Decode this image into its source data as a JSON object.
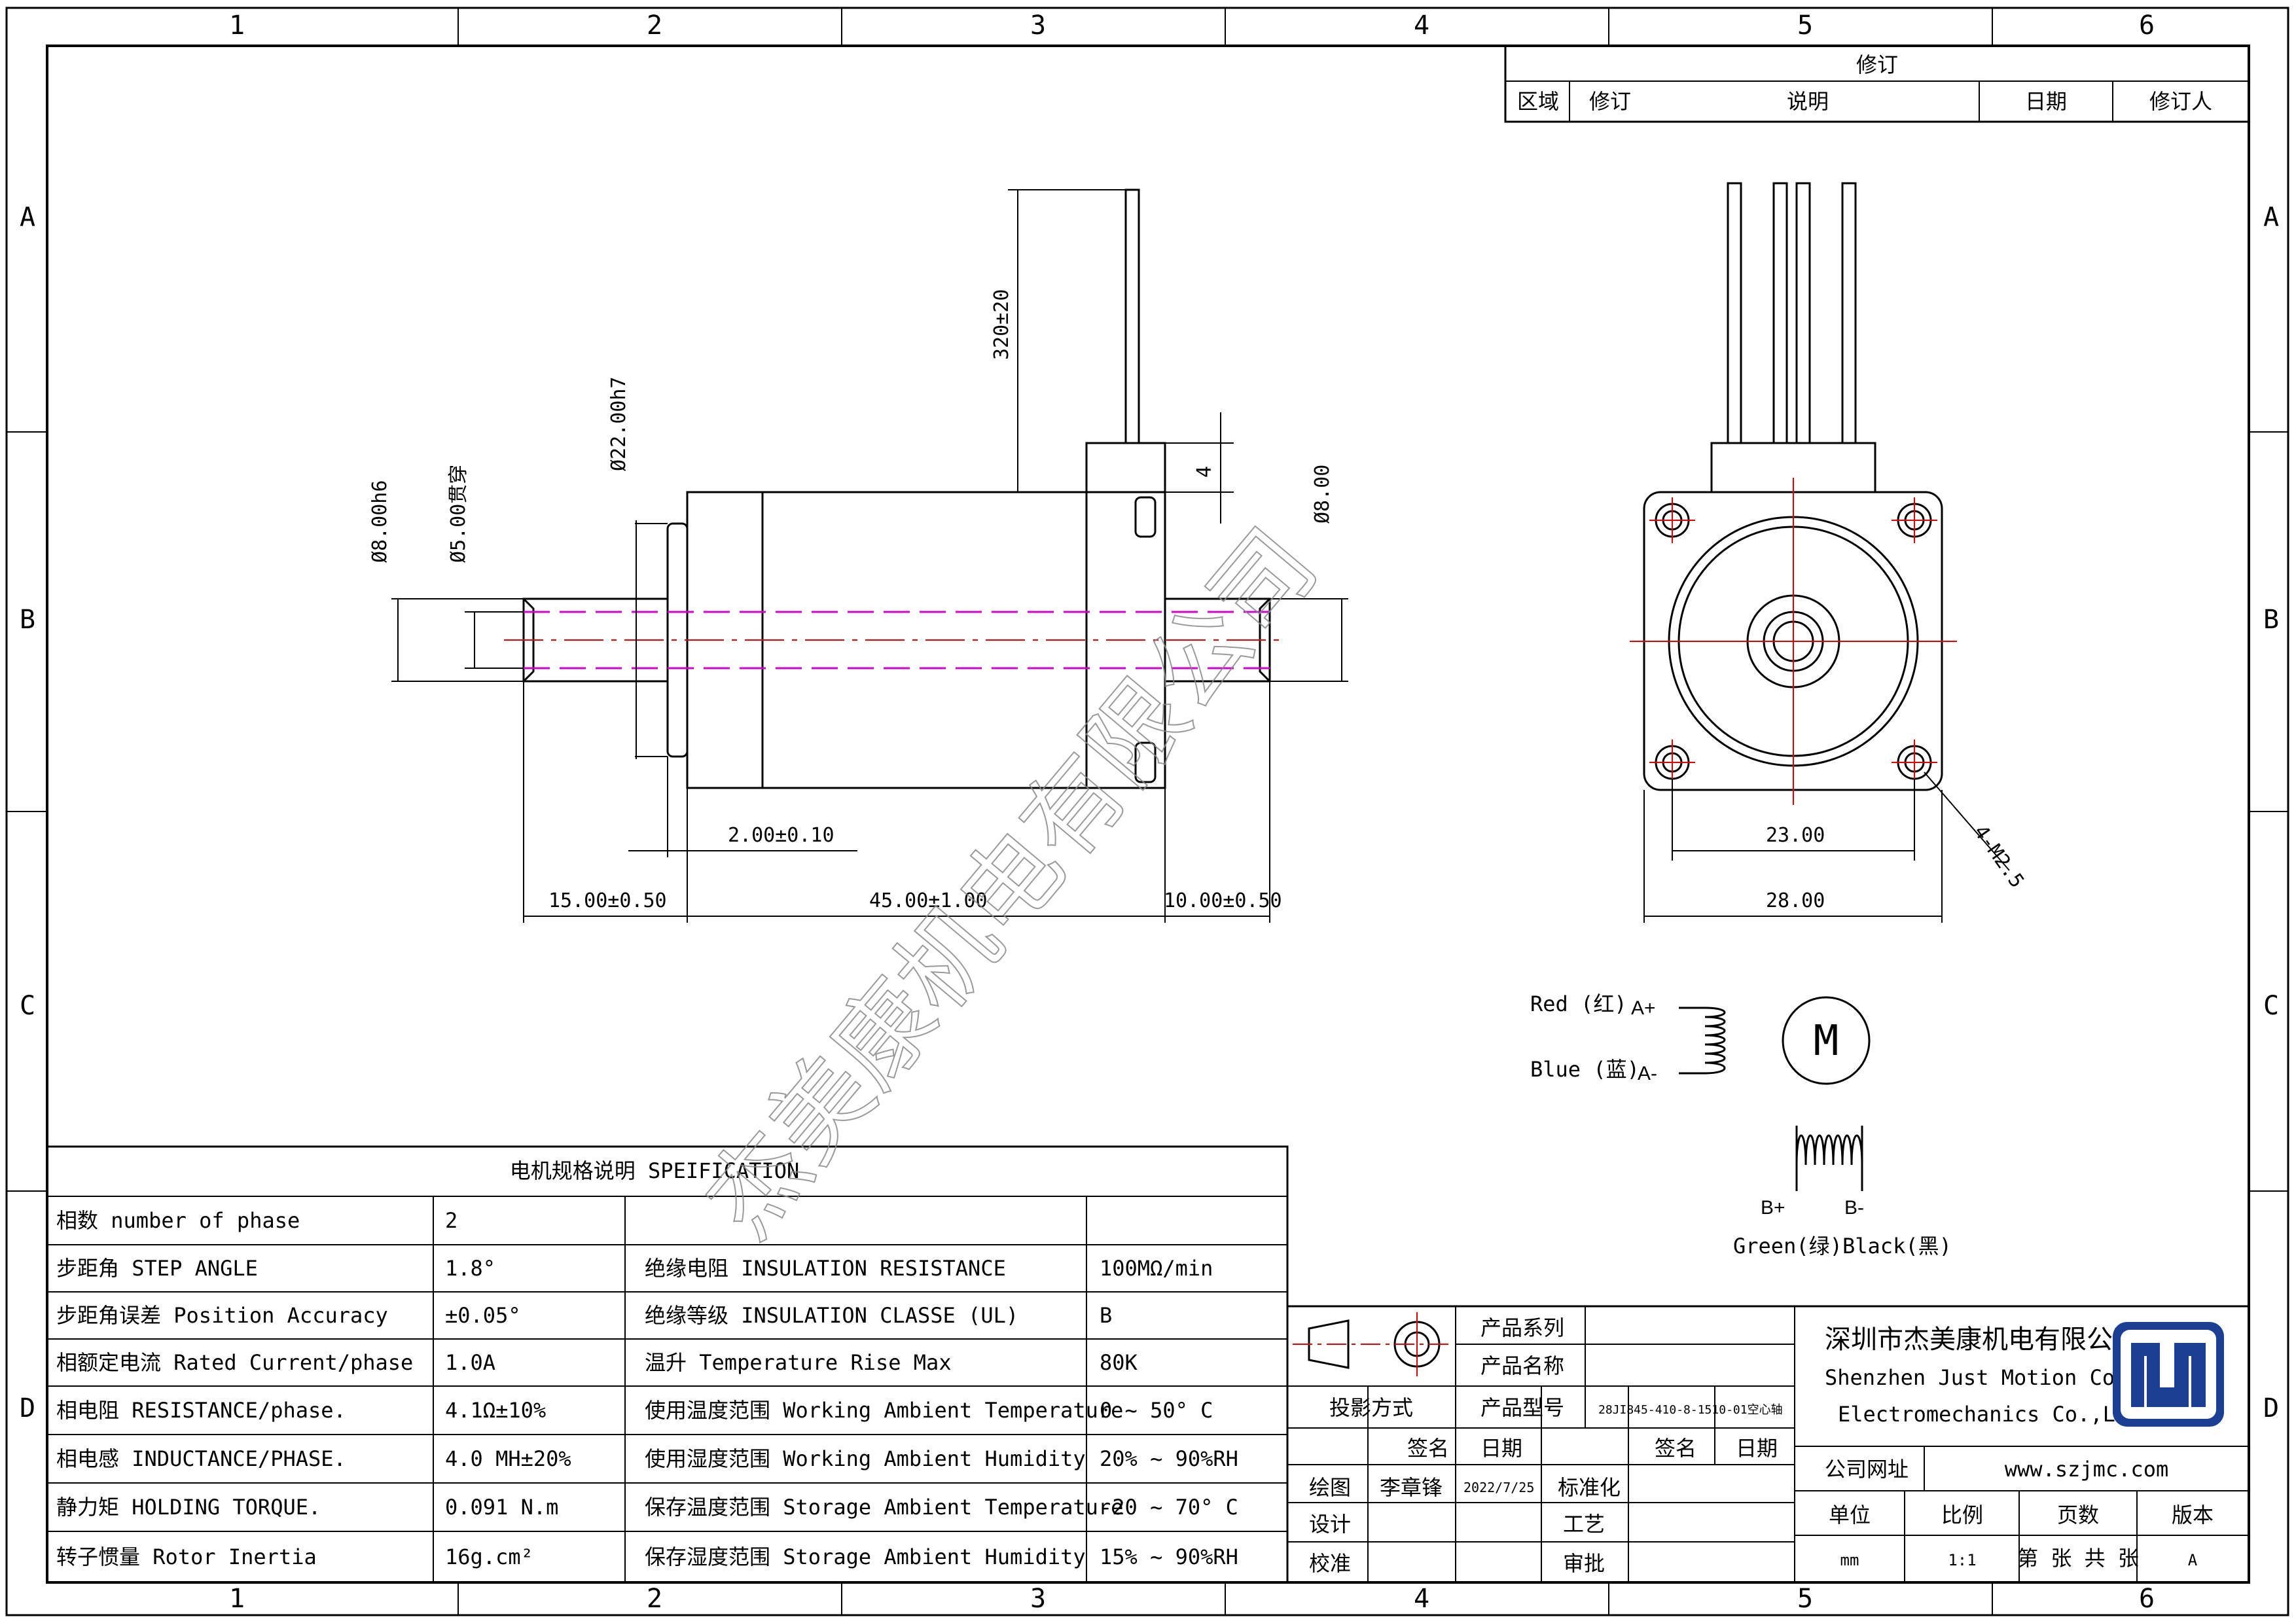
{
  "frame": {
    "columns": [
      "1",
      "2",
      "3",
      "4",
      "5",
      "6"
    ],
    "rows": [
      "A",
      "B",
      "C",
      "D"
    ]
  },
  "revision_block": {
    "title": "修订",
    "headers": [
      "区域",
      "修订",
      "说明",
      "日期",
      "修订人"
    ]
  },
  "watermark": "杰美康机电有限公司",
  "dimensions": {
    "cable_length": "320±20",
    "flange_dia": "Ø22.00h7",
    "left_shaft": "Ø8.00h6",
    "bore": "Ø5.00贯穿",
    "right_shaft": "Ø8.00",
    "connector_h": "4",
    "flange_t": "2.00±0.10",
    "left_ext": "15.00±0.50",
    "body_len": "45.00±1.00",
    "right_ext": "10.00±0.50",
    "hole_pitch": "23.00",
    "body_width": "28.00",
    "holes": "4-M2.5"
  },
  "wiring": {
    "red": "Red (红)",
    "blue": "Blue (蓝)",
    "a_plus": "A+",
    "a_minus": "A-",
    "motor": "M",
    "b_plus": "B+",
    "b_minus": "B-",
    "green": "Green(绿)",
    "black": "Black(黑)"
  },
  "spec": {
    "title": "电机规格说明 SPEIFICATION",
    "rows": [
      {
        "label": "相数 number of phase",
        "value": "2",
        "label2": "",
        "value2": ""
      },
      {
        "label": "步距角 STEP ANGLE",
        "value": "1.8°",
        "label2": "绝缘电阻 INSULATION RESISTANCE",
        "value2": "100MΩ/min"
      },
      {
        "label": "步距角误差 Position Accuracy",
        "value": "±0.05°",
        "label2": "绝缘等级 INSULATION CLASSE (UL)",
        "value2": "B"
      },
      {
        "label": "相额定电流 Rated Current/phase",
        "value": "1.0A",
        "label2": "温升 Temperature Rise Max",
        "value2": "80K"
      },
      {
        "label": "相电阻 RESISTANCE/phase.",
        "value": "4.1Ω±10%",
        "label2": "使用温度范围 Working Ambient Temperature",
        "value2": "0 ~ 50° C"
      },
      {
        "label": "相电感 INDUCTANCE/PHASE.",
        "value": "4.0 MH±20%",
        "label2": "使用湿度范围 Working Ambient Humidity",
        "value2": "20% ~ 90%RH"
      },
      {
        "label": "静力矩 HOLDING TORQUE.",
        "value": "0.091 N.m",
        "label2": "保存温度范围 Storage Ambient Temperature",
        "value2": "-20 ~ 70° C"
      },
      {
        "label": "转子惯量 Rotor Inertia",
        "value": "16g.cm²",
        "label2": "保存湿度范围 Storage Ambient Humidity",
        "value2": "15% ~ 90%RH"
      }
    ]
  },
  "title_block": {
    "projection": "投影方式",
    "series_label": "产品系列",
    "name_label": "产品名称",
    "model_label": "产品型号",
    "model_value": "28JI845-410-8-1510-01空心轴",
    "sign": "签名",
    "date": "日期",
    "drawn": "绘图",
    "drawer": "李章锋",
    "drawn_date": "2022/7/25",
    "standard": "标准化",
    "design": "设计",
    "process": "工艺",
    "check": "校准",
    "approve": "审批",
    "company_cn": "深圳市杰美康机电有限公司",
    "company_en1": "Shenzhen Just Motion Control",
    "company_en2": "Electromechanics Co.,LTD",
    "website_label": "公司网址",
    "website": "www.szjmc.com",
    "unit_label": "单位",
    "scale_label": "比例",
    "pages_label": "页数",
    "version_label": "版本",
    "unit": "mm",
    "scale": "1:1",
    "pages": "第 张 共 张",
    "version": "A",
    "logo_colors": {
      "primary": "#1c3f94",
      "frame": "#1c3f94"
    }
  },
  "colors": {
    "centerline": "#e00000",
    "bore": "#d000d0",
    "ink": "#000000"
  }
}
